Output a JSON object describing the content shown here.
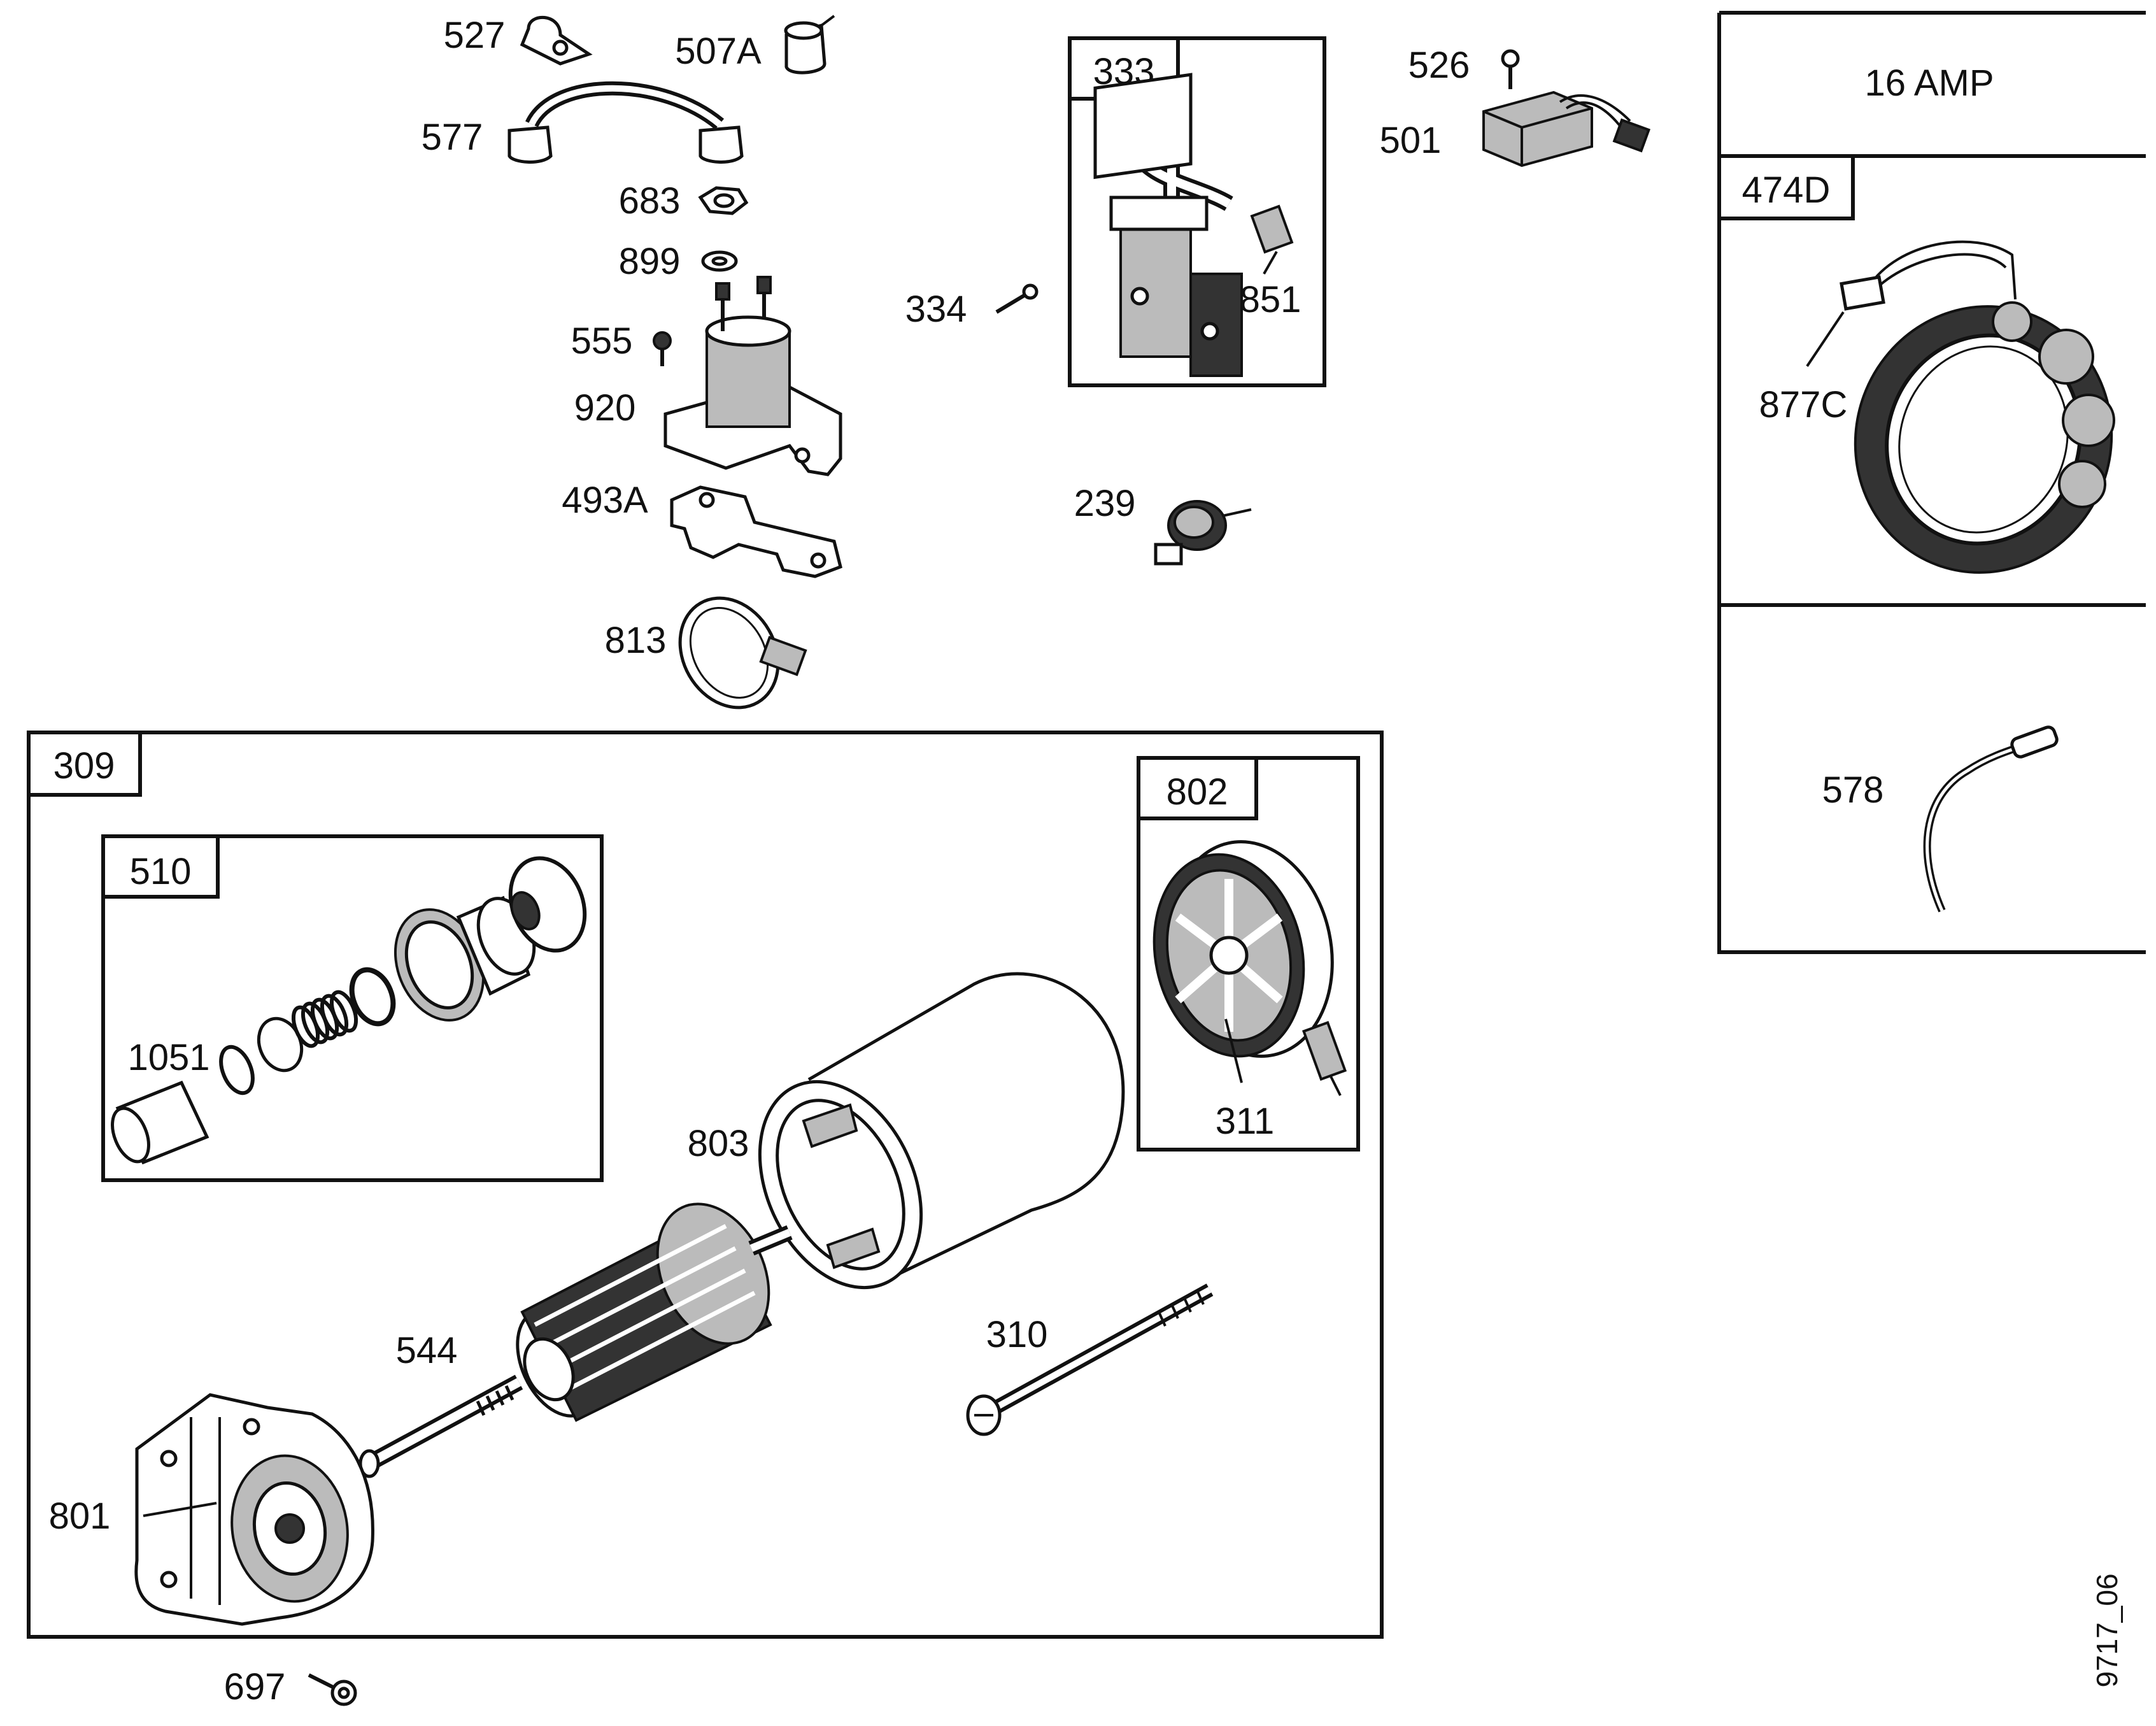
{
  "diagram": {
    "header_note": "16 AMP",
    "reference_code": "9717_06",
    "groups": [
      {
        "id": "309",
        "label": "309"
      },
      {
        "id": "510",
        "label": "510"
      },
      {
        "id": "802",
        "label": "802"
      },
      {
        "id": "333",
        "label": "333"
      },
      {
        "id": "474D",
        "label": "474D"
      }
    ],
    "parts": {
      "p527": "527",
      "p507A": "507A",
      "p577": "577",
      "p683": "683",
      "p899": "899",
      "p555": "555",
      "p920": "920",
      "p493A": "493A",
      "p813": "813",
      "p334": "334",
      "p851": "851",
      "p526": "526",
      "p501": "501",
      "p239": "239",
      "p877C": "877C",
      "p578": "578",
      "p1051": "1051",
      "p803": "803",
      "p311": "311",
      "p544": "544",
      "p310": "310",
      "p801": "801",
      "p697": "697"
    }
  }
}
